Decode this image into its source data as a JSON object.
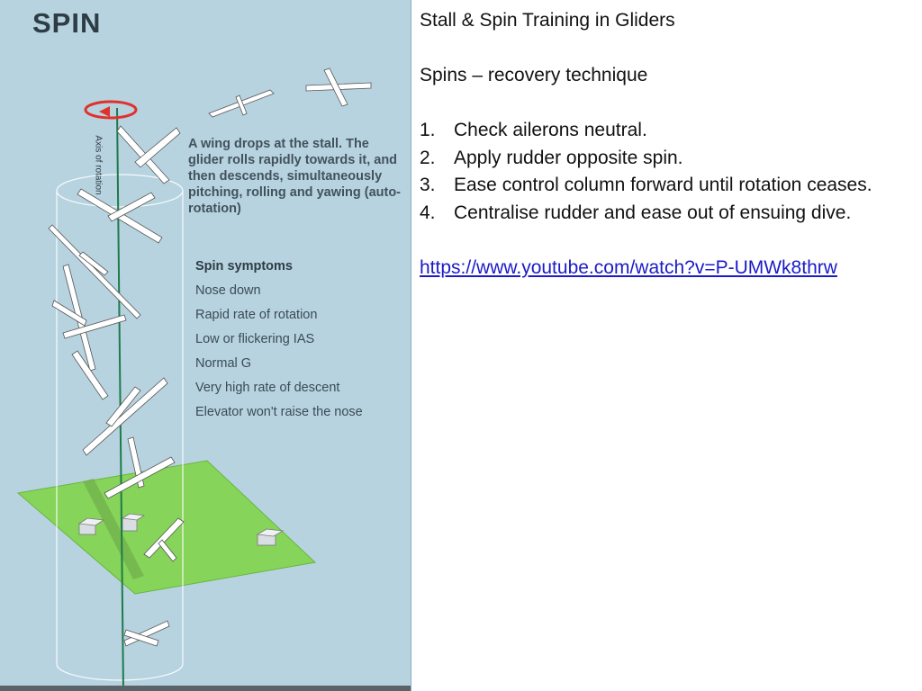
{
  "figure": {
    "title": "SPIN",
    "axis_label": "Axis of rotation",
    "caption": "A wing drops at the stall. The glider rolls rapidly towards it, and then descends, simultaneously pitching, rolling and yawing (auto-rotation)",
    "symptoms_heading": "Spin symptoms",
    "symptoms": [
      "Nose down",
      "Rapid rate of rotation",
      "Low or flickering IAS",
      "Normal G",
      "Very high rate of descent",
      "Elevator won't raise the nose"
    ],
    "colors": {
      "background": "#b7d3e0",
      "ground": "#86d45a",
      "axis": "#1f7a4a",
      "rotation_arrow": "#e0312c"
    }
  },
  "slide": {
    "title": "Stall & Spin Training in Gliders",
    "subtitle": "Spins – recovery technique",
    "steps": [
      {
        "num": "1.",
        "text": "Check ailerons neutral."
      },
      {
        "num": "2.",
        "text": "Apply rudder opposite spin."
      },
      {
        "num": "3.",
        "text": "Ease control column forward until rotation ceases."
      },
      {
        "num": "4.",
        "text": "Centralise rudder and ease out of ensuing dive."
      }
    ],
    "link": "https://www.youtube.com/watch?v=P-UMWk8thrw"
  }
}
